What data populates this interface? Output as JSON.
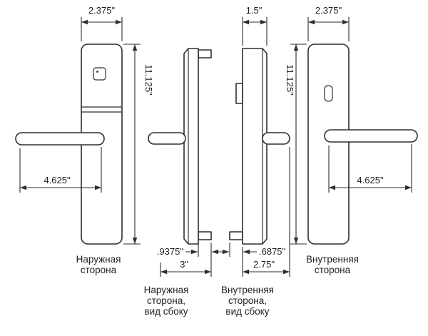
{
  "diagram": {
    "colors": {
      "line": "#2e2e2e",
      "ink": "#1f1f1f",
      "background": "#ffffff"
    },
    "views": {
      "exterior_front": {
        "width_dim": "2.375\"",
        "height_dim": "11.125\"",
        "handle_dim": "4.625\"",
        "caption_line1": "Наружная",
        "caption_line2": "сторона"
      },
      "exterior_side": {
        "tab_dim": ".9375\"",
        "depth_dim": "3\"",
        "caption_line1": "Наружная",
        "caption_line2": "сторона,",
        "caption_line3": "вид сбоку"
      },
      "interior_side": {
        "thickness_dim": "1.5\"",
        "tab_dim": ".6875\"",
        "depth_dim": "2.75\"",
        "caption_line1": "Внутренняя",
        "caption_line2": "сторона,",
        "caption_line3": "вид сбоку"
      },
      "interior_front": {
        "width_dim": "2.375\"",
        "height_dim": "11.125\"",
        "handle_dim": "4.625\"",
        "caption_line1": "Внутренняя",
        "caption_line2": "сторона"
      }
    }
  }
}
